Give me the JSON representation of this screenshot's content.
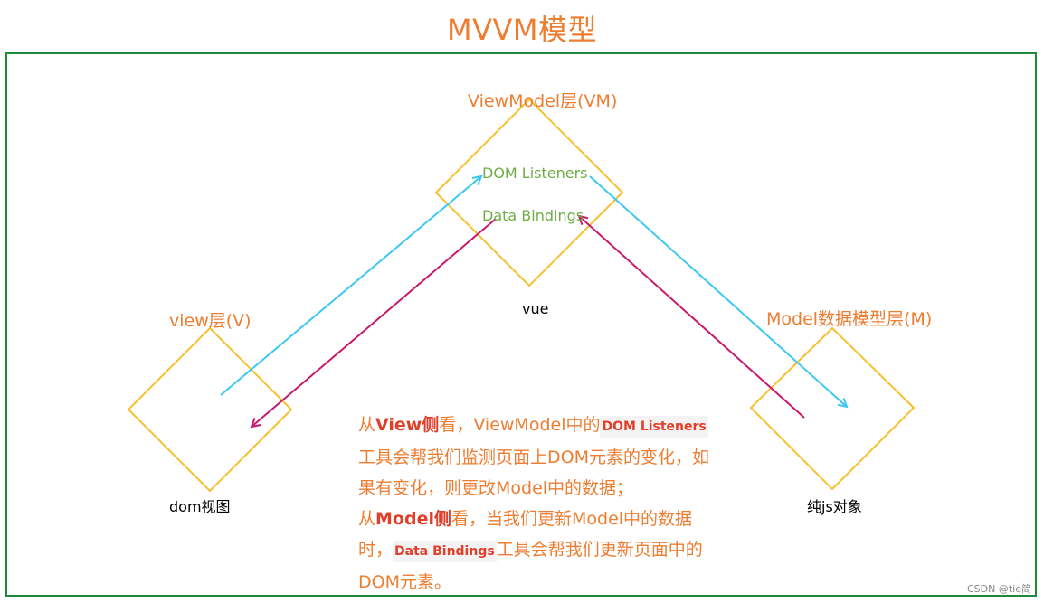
{
  "title": "MVVM模型",
  "vm": {
    "label": "ViewModel层(VM)",
    "dom_listeners": "DOM Listeners",
    "data_bindings": "Data Bindings",
    "caption": "vue"
  },
  "view": {
    "label": "view层(V)",
    "caption": "dom视图"
  },
  "model": {
    "label": "Model数据模型层(M)",
    "caption": "纯js对象"
  },
  "description": {
    "p1_prefix": "从",
    "p1_view_side": "View侧",
    "p1_mid": "看，ViewModel中的",
    "p1_dom_listeners": "DOM Listeners",
    "p1_rest": "工具会帮我们监测页面上DOM元素的变化，如果有变化，则更改Model中的数据；",
    "p2_prefix": "从",
    "p2_model_side": "Model侧",
    "p2_mid": "看，当我们更新Model中的数据时，",
    "p2_data_bindings": "Data Bindings",
    "p2_rest": "工具会帮我们更新页面中的DOM元素。"
  },
  "colors": {
    "title": "#ED7D31",
    "frame": "#1E8B3A",
    "diamond": "#F5C12E",
    "arrow_listen": "#3CC8F0",
    "arrow_binding": "#C8186A",
    "label_orange": "#ED7D31",
    "label_green": "#70AD47"
  },
  "watermark": "CSDN @tie简"
}
